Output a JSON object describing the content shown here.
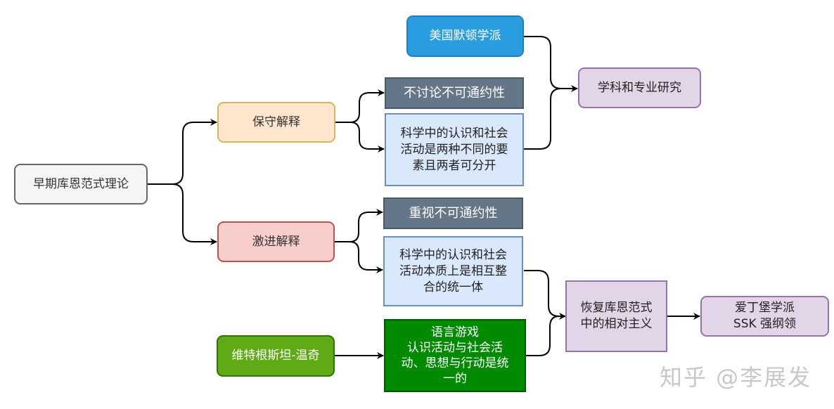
{
  "diagram": {
    "title": "早期库恩范式理论",
    "nodes": {
      "root": {
        "label": "早期库恩范式理论",
        "fill": "#f5f5f5",
        "stroke": "#666666",
        "text_color": "#333333"
      },
      "conservative": {
        "label": "保守解释",
        "fill": "#ffe6cc",
        "stroke": "#d6b656",
        "text_color": "#333333"
      },
      "radical": {
        "label": "激进解释",
        "fill": "#f8cecc",
        "stroke": "#b85450",
        "text_color": "#333333"
      },
      "no_incommensurability": {
        "label": "不讨论不可通约性",
        "fill": "#647687",
        "stroke": "#4b5a68",
        "text_color": "#ffffff"
      },
      "separate": {
        "label": "科学中的认识和社会\n活动是两种不同的要\n素且两者可分开",
        "fill": "#dae8fc",
        "stroke": "#6c8ebf",
        "text_color": "#222222"
      },
      "value_incommensurability": {
        "label": "重视不可通约性",
        "fill": "#647687",
        "stroke": "#4b5a68",
        "text_color": "#ffffff"
      },
      "integrated": {
        "label": "科学中的认识和社会\n活动本质上是相互整\n合的统一体",
        "fill": "#dae8fc",
        "stroke": "#6c8ebf",
        "text_color": "#222222"
      },
      "merton": {
        "label": "美国默顿学派",
        "fill": "#2a9de0",
        "stroke": "#1f7fbf",
        "text_color": "#ffffff"
      },
      "discipline": {
        "label": "学科和专业研究",
        "fill": "#e1d5e7",
        "stroke": "#9673a6",
        "text_color": "#222222"
      },
      "wittgenstein": {
        "label": "维特根斯坦-温奇",
        "fill": "#60a917",
        "stroke": "#2d7600",
        "text_color": "#ffffff"
      },
      "language_game": {
        "label": "语言游戏\n认识活动与社会活\n动、思想与行动是统\n一的",
        "fill": "#008a00",
        "stroke": "#005700",
        "text_color": "#ffffff"
      },
      "relativism": {
        "label": "恢复库恩范式\n中的相对主义",
        "fill": "#e1d5e7",
        "stroke": "#9673a6",
        "text_color": "#222222"
      },
      "edinburgh": {
        "label": "爱丁堡学派\nSSK 强纲领",
        "fill": "#e1d5e7",
        "stroke": "#9673a6",
        "text_color": "#222222"
      }
    },
    "edges": [
      {
        "from": "root",
        "to": "conservative"
      },
      {
        "from": "root",
        "to": "radical"
      },
      {
        "from": "conservative",
        "to": "no_incommensurability"
      },
      {
        "from": "conservative",
        "to": "separate"
      },
      {
        "from": "radical",
        "to": "value_incommensurability"
      },
      {
        "from": "radical",
        "to": "integrated"
      },
      {
        "from": "merton",
        "to": "discipline"
      },
      {
        "from": "separate",
        "to": "discipline"
      },
      {
        "from": "integrated",
        "to": "relativism"
      },
      {
        "from": "language_game",
        "to": "relativism"
      },
      {
        "from": "wittgenstein",
        "to": "language_game"
      },
      {
        "from": "relativism",
        "to": "edinburgh"
      }
    ]
  },
  "watermark": "知乎 @李展发"
}
